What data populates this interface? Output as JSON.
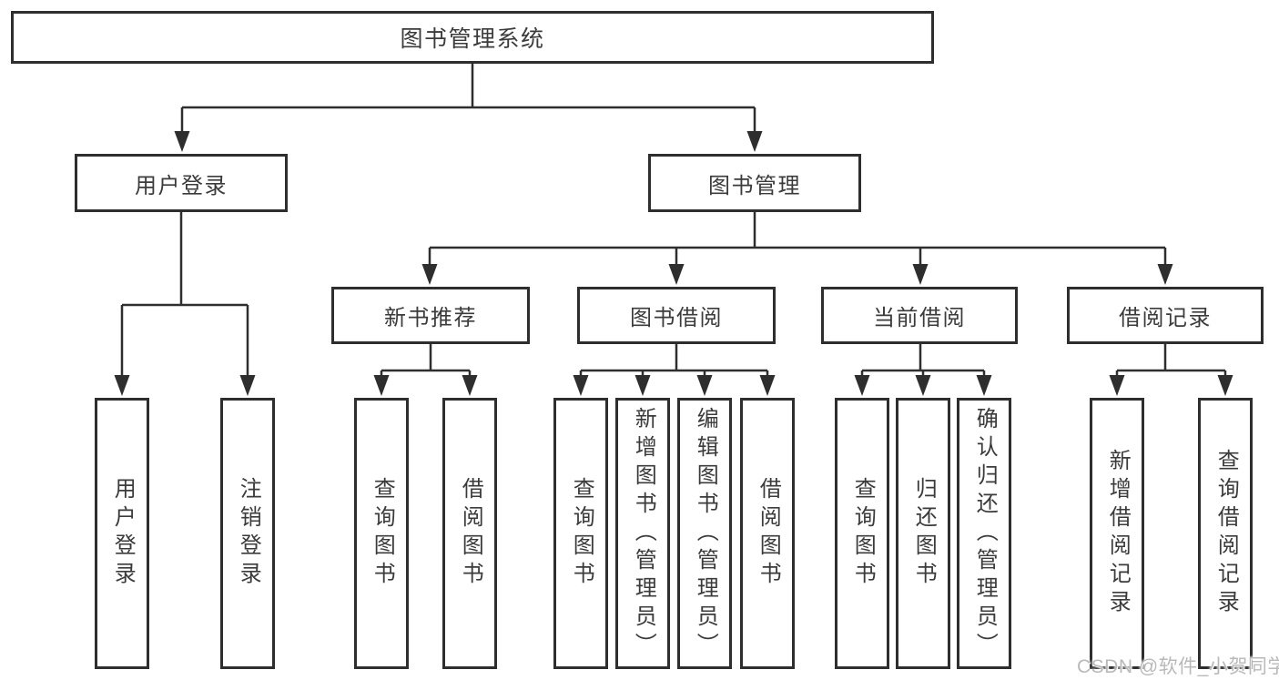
{
  "diagram_type": "hierarchy-tree",
  "root": {
    "label": "图书管理系统",
    "children": [
      {
        "label": "用户登录",
        "children": [
          {
            "label": "用户登录"
          },
          {
            "label": "注销登录"
          }
        ]
      },
      {
        "label": "图书管理",
        "children": [
          {
            "label": "新书推荐",
            "children": [
              {
                "label": "查询图书"
              },
              {
                "label": "借阅图书"
              }
            ]
          },
          {
            "label": "图书借阅",
            "children": [
              {
                "label": "查询图书"
              },
              {
                "label": "新增图书（管理员）"
              },
              {
                "label": "编辑图书（管理员）"
              },
              {
                "label": "借阅图书"
              }
            ]
          },
          {
            "label": "当前借阅",
            "children": [
              {
                "label": "查询图书"
              },
              {
                "label": "归还图书"
              },
              {
                "label": "确认归还（管理员）"
              }
            ]
          },
          {
            "label": "借阅记录",
            "children": [
              {
                "label": "新增借阅记录"
              },
              {
                "label": "查询借阅记录"
              }
            ]
          }
        ]
      }
    ]
  },
  "watermark": "CSDN @软件_小贺同学",
  "colors": {
    "line": "#2e2e2e",
    "box_border": "#2e2e2e",
    "text": "#3b3b3b",
    "watermark_text": "#b9b9b9",
    "background": "#ffffff"
  }
}
